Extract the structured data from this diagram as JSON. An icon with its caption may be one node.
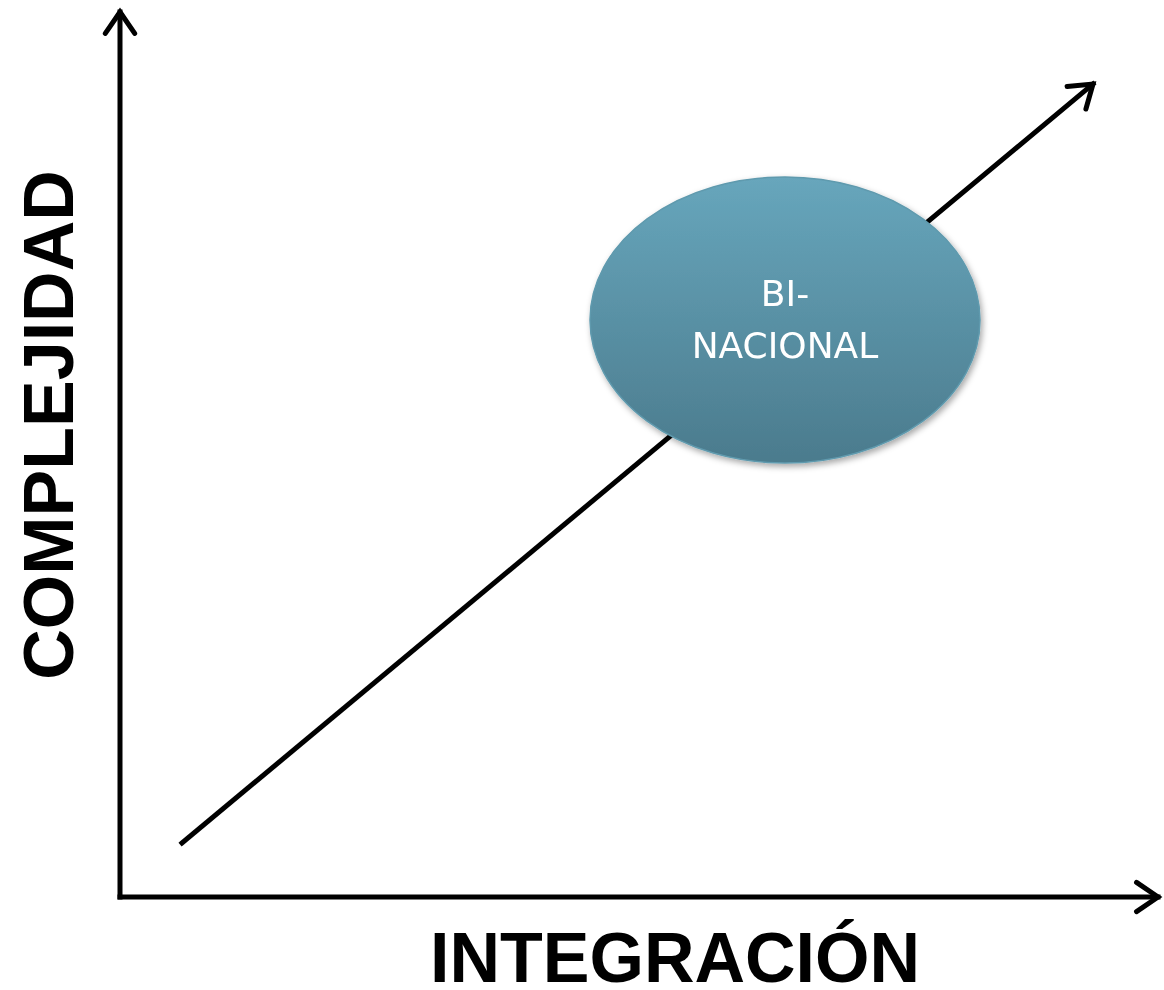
{
  "diagram": {
    "nodes": [
      {
        "text": [
          "BI- NACIONAL"
        ]
      }
    ],
    "edges": [],
    "labels": [
      "COMPLEJIDAD",
      "INTEGRACIÓN"
    ]
  }
}
